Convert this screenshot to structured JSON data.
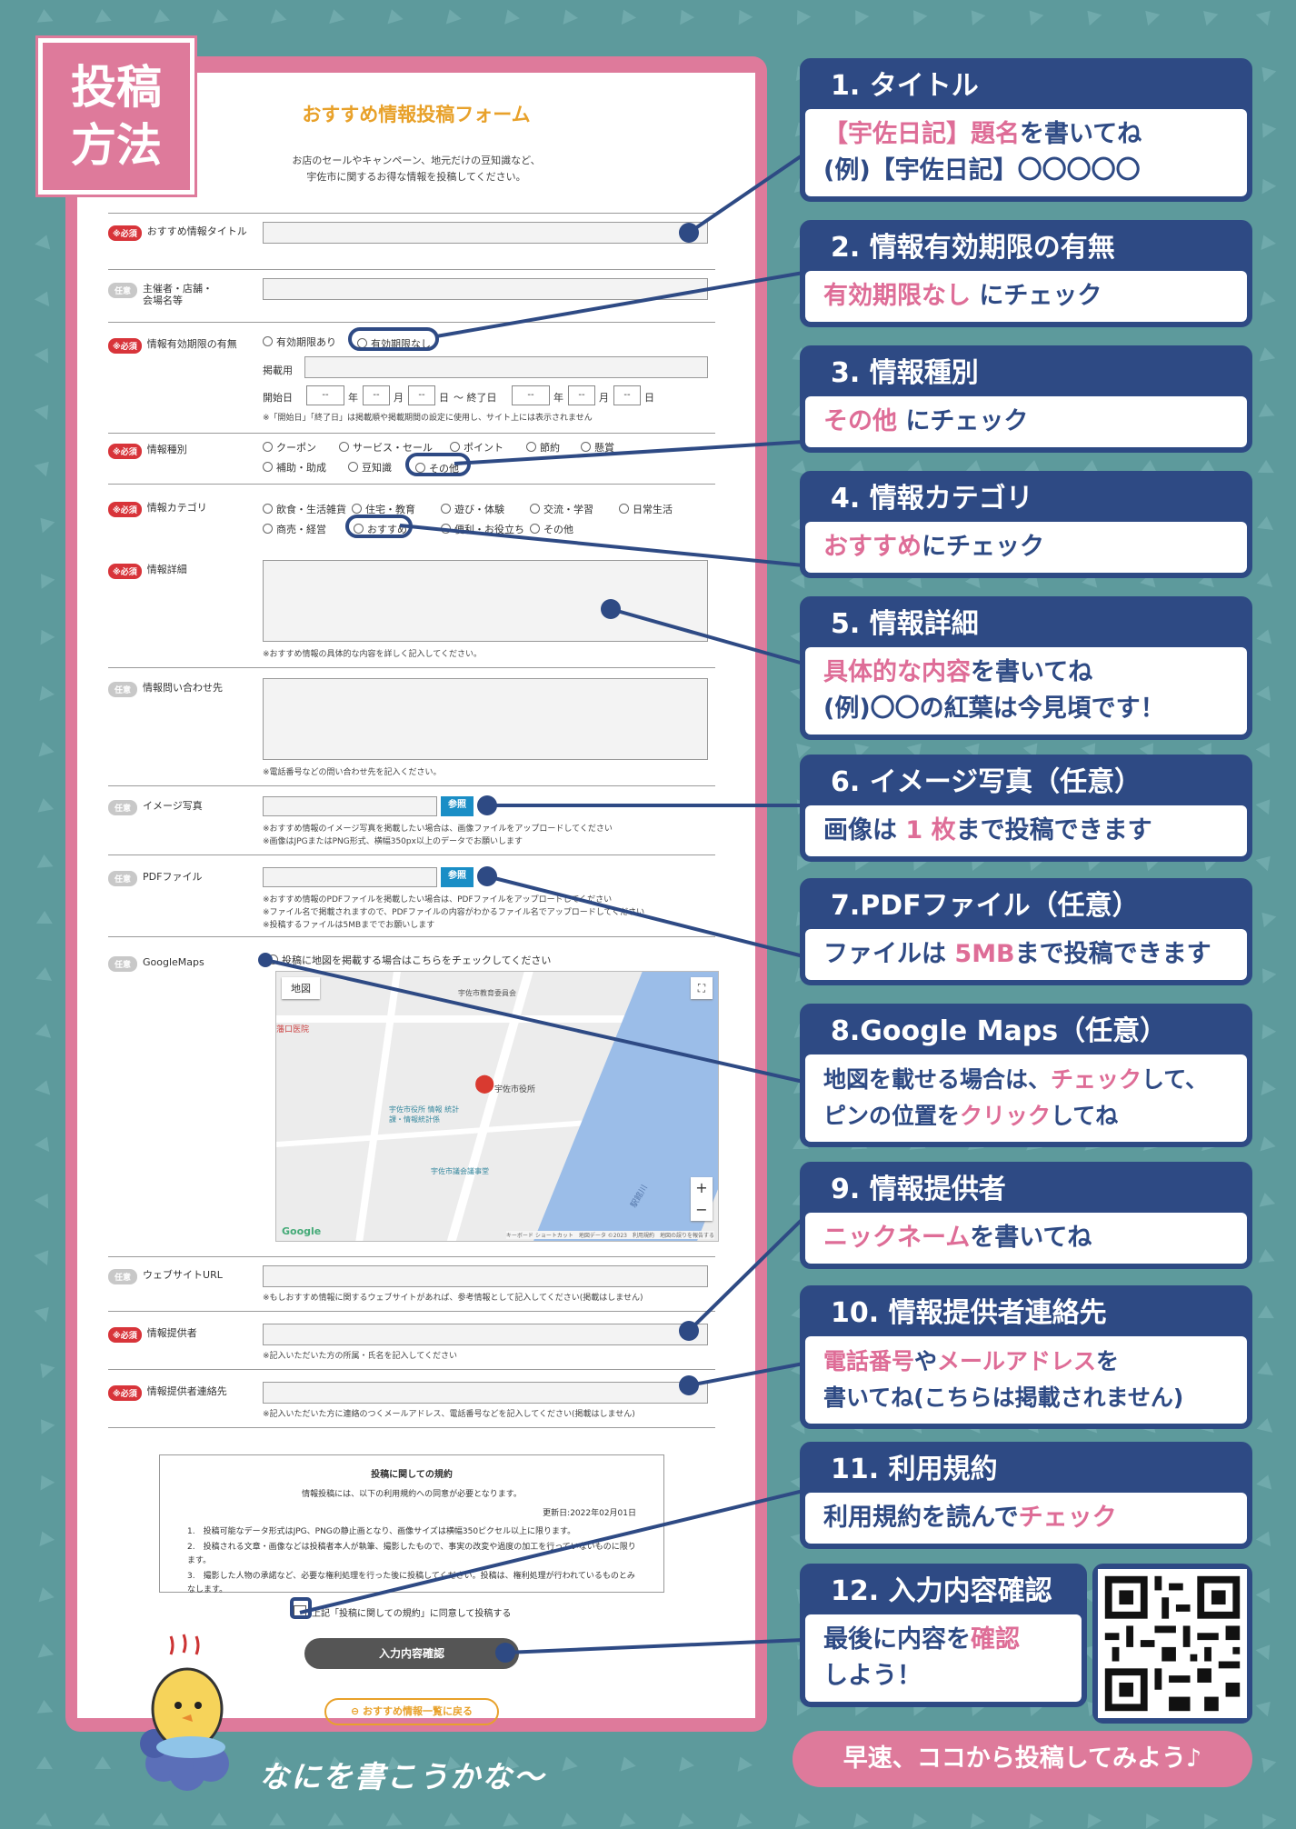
{
  "badge": {
    "line1": "投稿",
    "line2": "方法"
  },
  "form": {
    "title": "おすすめ情報投稿フォーム",
    "intro1": "お店のセールやキャンペーン、地元だけの豆知識など、",
    "intro2": "宇佐市に関するお得な情報を投稿してください。",
    "required": "※必須",
    "optional": "任意",
    "f_title": "おすすめ情報タイトル",
    "f_org": "主催者・店舗・会場名等",
    "f_period": "情報有効期限の有無",
    "period_yes": "有効期限あり",
    "period_no": "有効期限なし",
    "publish_label": "掲載用",
    "start_label": "開始日",
    "end_label": "～ 終了日",
    "year": "年",
    "month": "月",
    "day": "日",
    "dash": "--",
    "period_note": "※「開始日」「終了日」は掲載順や掲載期間の設定に使用し、サイト上には表示されません",
    "f_type": "情報種別",
    "types": [
      "クーポン",
      "サービス・セール",
      "ポイント",
      "節約",
      "懸賞",
      "補助・助成",
      "豆知識",
      "その他"
    ],
    "f_category": "情報カテゴリ",
    "cats": [
      "飲食・生活雑貨",
      "住宅・教育",
      "遊び・体験",
      "交流・学習",
      "日常生活",
      "商売・経営",
      "おすすめ",
      "便利・お役立ち",
      "その他"
    ],
    "f_detail": "情報詳細",
    "detail_note": "※おすすめ情報の具体的な内容を詳しく記入してください。",
    "f_inquiry": "情報問い合わせ先",
    "inquiry_note": "※電話番号などの問い合わせ先を記入ください。",
    "f_image": "イメージ写真",
    "browse": "参照",
    "image_note1": "※おすすめ情報のイメージ写真を掲載したい場合は、画像ファイルをアップロードしてください",
    "image_note2": "※画像はJPGまたはPNG形式、横幅350px以上のデータでお願いします",
    "f_pdf": "PDFファイル",
    "pdf_note1": "※おすすめ情報のPDFファイルを掲載したい場合は、PDFファイルをアップロードしてください",
    "pdf_note2": "※ファイル名で掲載されますので、PDFファイルの内容がわかるファイル名でアップロードしてください",
    "pdf_note3": "※投稿するファイルは5MBまででお願いします",
    "f_maps": "GoogleMaps",
    "maps_check": "投稿に地図を掲載する場合はこちらをチェックしてください",
    "map_type": "地図",
    "map_labels": [
      "宇佐市教育委員会",
      "宇佐市役所",
      "宇佐市役所 情報 統計課・情報統計係",
      "宇佐市議会議事堂",
      "駅館川",
      "藩口医院"
    ],
    "map_footer": "キーボード ショートカット　地図データ ©2023　利用規約　地図の誤りを報告する",
    "google": "Google",
    "f_web": "ウェブサイトURL",
    "web_note": "※もしおすすめ情報に関するウェブサイトがあれば、参考情報として記入してください(掲載はしません)",
    "f_provider": "情報提供者",
    "provider_note": "※記入いただいた方の所属・氏名を記入してください",
    "f_contact": "情報提供者連絡先",
    "contact_note": "※記入いただいた方に連絡のつくメールアドレス、電話番号などを記入してください(掲載はしません)",
    "terms_title": "投稿に関しての規約",
    "terms_intro": "情報投稿には、以下の利用規約への同意が必要となります。",
    "terms_date": "更新日:2022年02月01日",
    "terms_items": [
      "1.　投稿可能なデータ形式はJPG、PNGの静止画となり、画像サイズは横幅350ピクセル以上に限ります。",
      "2.　投稿される文章・画像などは投稿者本人が執筆、撮影したもので、事実の改変や過度の加工を行っていないものに限ります。",
      "3.　撮影した人物の承諾など、必要な権利処理を行った後に投稿してください。投稿は、権利処理が行われているものとみなします。"
    ],
    "agree": "上記「投稿に関しての規約」に同意して投稿する",
    "confirm": "入力内容確認",
    "back": "おすすめ情報一覧に戻る"
  },
  "cards": [
    {
      "head": "1. タイトル",
      "b1a": "【宇佐日記】題名",
      "b1b": "を書いてね",
      "b2": "(例)【宇佐日記】〇〇〇〇〇"
    },
    {
      "head": "2. 情報有効期限の有無",
      "b1a": "有効期限なし",
      "b1b": " にチェック"
    },
    {
      "head": "3. 情報種別",
      "b1a": "その他",
      "b1b": " にチェック"
    },
    {
      "head": "4. 情報カテゴリ",
      "b1a": "おすすめ",
      "b1b": "にチェック"
    },
    {
      "head": "5. 情報詳細",
      "b1a": "具体的な内容",
      "b1b": "を書いてね",
      "b2": "(例)〇〇の紅葉は今見頃です！"
    },
    {
      "head": "6. イメージ写真（任意）",
      "b1c": "画像は ",
      "b1a": "1 枚",
      "b1b": "まで投稿できます"
    },
    {
      "head": "7.PDFファイル（任意）",
      "b1c": "ファイルは ",
      "b1a": "5MB",
      "b1b": "まで投稿できます"
    },
    {
      "head": "8.Google Maps（任意）",
      "b1c": "地図を載せる場合は、",
      "b1a": "チェック",
      "b1b": "して、",
      "b2c": "ピンの位置を",
      "b2a": "クリック",
      "b2b": "してね"
    },
    {
      "head": "9. 情報提供者",
      "b1a": "ニックネーム",
      "b1b": "を書いてね"
    },
    {
      "head": "10. 情報提供者連絡先",
      "b1a": "電話番号",
      "b1m": "や",
      "b1a2": "メールアドレス",
      "b1b": "を",
      "b2": "書いてね(こちらは掲載されません)"
    },
    {
      "head": "11. 利用規約",
      "b1c": "利用規約を読んで",
      "b1a": "チェック"
    },
    {
      "head": "12. 入力内容確認",
      "b1c": "最後に内容を",
      "b1a": "確認",
      "b2": "しよう！"
    }
  ],
  "cta": "早速、ココから投稿してみよう♪",
  "tagline": "なにを書こうかな～",
  "colors": {
    "navy": "#2e4a84",
    "pink": "#de7a9b",
    "teal": "#5d9a9c",
    "orange": "#e8a12a"
  }
}
